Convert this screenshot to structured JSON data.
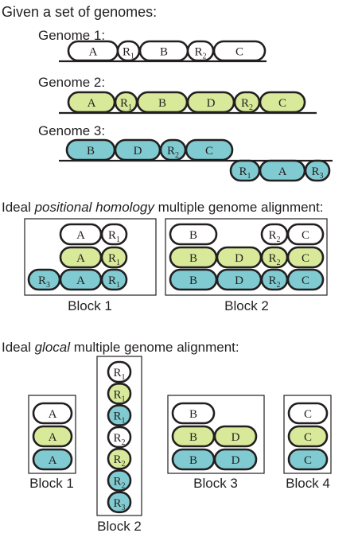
{
  "colors": {
    "white": "#ffffff",
    "green": "#d8ea9a",
    "blue": "#80cbd1",
    "ink": "#231f20"
  },
  "heading": "Given a set of genomes:",
  "genomes": [
    {
      "label": "Genome 1:",
      "segments": [
        {
          "main": "A",
          "sub": ""
        },
        {
          "main": "R",
          "sub": "1"
        },
        {
          "main": "B",
          "sub": ""
        },
        {
          "main": "R",
          "sub": "2"
        },
        {
          "main": "C",
          "sub": ""
        }
      ]
    },
    {
      "label": "Genome 2:",
      "segments": [
        {
          "main": "A",
          "sub": ""
        },
        {
          "main": "R",
          "sub": "1"
        },
        {
          "main": "B",
          "sub": ""
        },
        {
          "main": "D",
          "sub": ""
        },
        {
          "main": "R",
          "sub": "2"
        },
        {
          "main": "C",
          "sub": ""
        }
      ]
    },
    {
      "label": "Genome 3:",
      "segments": [
        {
          "main": "B",
          "sub": ""
        },
        {
          "main": "D",
          "sub": ""
        },
        {
          "main": "R",
          "sub": "2"
        },
        {
          "main": "C",
          "sub": ""
        },
        {
          "main": "R",
          "sub": "1"
        },
        {
          "main": "A",
          "sub": ""
        },
        {
          "main": "R",
          "sub": "3"
        }
      ]
    }
  ],
  "positional": {
    "heading_pre": "Ideal ",
    "heading_em": "positional homology",
    "heading_post": " multiple genome alignment:",
    "block_labels": [
      "Block 1",
      "Block 2"
    ],
    "block1": [
      [
        {
          "main": "A",
          "sub": "",
          "color": "white"
        },
        {
          "main": "R",
          "sub": "1",
          "color": "white"
        }
      ],
      [
        {
          "main": "A",
          "sub": "",
          "color": "green"
        },
        {
          "main": "R",
          "sub": "1",
          "color": "green"
        }
      ],
      [
        {
          "main": "R",
          "sub": "3",
          "color": "blue"
        },
        {
          "main": "A",
          "sub": "",
          "color": "blue"
        },
        {
          "main": "R",
          "sub": "1",
          "color": "blue"
        }
      ]
    ],
    "block2": [
      [
        {
          "main": "B",
          "sub": "",
          "color": "white"
        },
        {
          "main": "R",
          "sub": "2",
          "color": "white"
        },
        {
          "main": "C",
          "sub": "",
          "color": "white"
        }
      ],
      [
        {
          "main": "B",
          "sub": "",
          "color": "green"
        },
        {
          "main": "D",
          "sub": "",
          "color": "green"
        },
        {
          "main": "R",
          "sub": "2",
          "color": "green"
        },
        {
          "main": "C",
          "sub": "",
          "color": "green"
        }
      ],
      [
        {
          "main": "B",
          "sub": "",
          "color": "blue"
        },
        {
          "main": "D",
          "sub": "",
          "color": "blue"
        },
        {
          "main": "R",
          "sub": "2",
          "color": "blue"
        },
        {
          "main": "C",
          "sub": "",
          "color": "blue"
        }
      ]
    ]
  },
  "glocal": {
    "heading_pre": "Ideal ",
    "heading_em": "glocal",
    "heading_post": " multiple genome alignment:",
    "block_labels": [
      "Block 1",
      "Block 2",
      "Block 3",
      "Block 4"
    ],
    "block1": [
      {
        "main": "A",
        "sub": "",
        "color": "white"
      },
      {
        "main": "A",
        "sub": "",
        "color": "green"
      },
      {
        "main": "A",
        "sub": "",
        "color": "blue"
      }
    ],
    "block2": [
      {
        "main": "R",
        "sub": "1",
        "color": "white"
      },
      {
        "main": "R",
        "sub": "1",
        "color": "green"
      },
      {
        "main": "R",
        "sub": "1",
        "color": "blue"
      },
      {
        "main": "R",
        "sub": "2",
        "color": "white"
      },
      {
        "main": "R",
        "sub": "2",
        "color": "green"
      },
      {
        "main": "R",
        "sub": "2",
        "color": "blue"
      },
      {
        "main": "R",
        "sub": "3",
        "color": "blue"
      }
    ],
    "block3": [
      [
        {
          "main": "B",
          "sub": "",
          "color": "white"
        }
      ],
      [
        {
          "main": "B",
          "sub": "",
          "color": "green"
        },
        {
          "main": "D",
          "sub": "",
          "color": "green"
        }
      ],
      [
        {
          "main": "B",
          "sub": "",
          "color": "blue"
        },
        {
          "main": "D",
          "sub": "",
          "color": "blue"
        }
      ]
    ],
    "block4": [
      {
        "main": "C",
        "sub": "",
        "color": "white"
      },
      {
        "main": "C",
        "sub": "",
        "color": "green"
      },
      {
        "main": "C",
        "sub": "",
        "color": "blue"
      }
    ]
  }
}
